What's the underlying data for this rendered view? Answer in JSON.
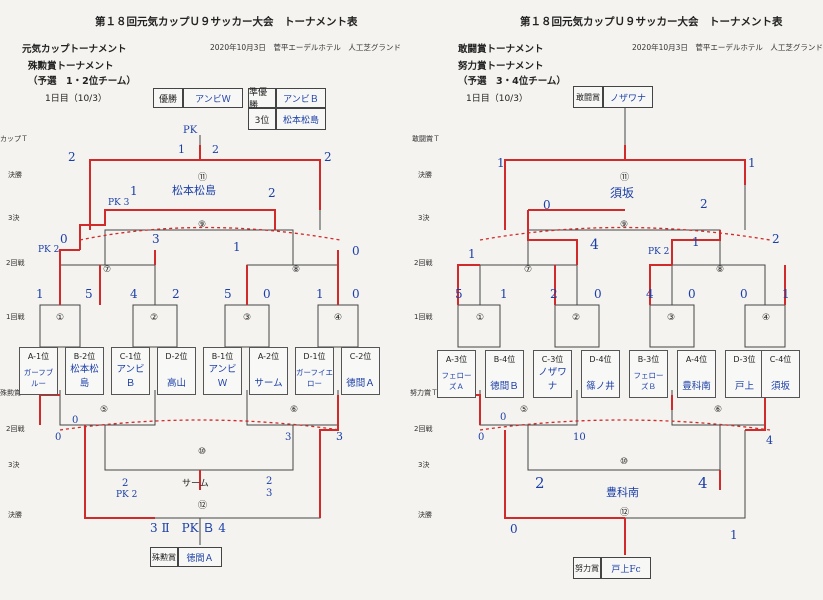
{
  "left": {
    "title": "第１８回元気カップＵ９サッカー大会　トーナメント表",
    "event_info": "2020年10月3日　菅平エーデルホテル　人工芝グランド",
    "heading1": "元気カップトーナメント",
    "heading2": "殊勲賞トーナメント",
    "heading3": "（予選　1・2位チーム）",
    "day": "1日目（10/3）",
    "winner_label": "優勝",
    "winner_value": "アンビＷ",
    "runner_label": "準優勝",
    "runner_value": "アンビＢ",
    "third_label": "3位",
    "third_value": "松本松島",
    "rows": [
      "カップＴ",
      "決勝",
      "3決",
      "2回戦",
      "1回戦",
      "殊勲賞Ｔ",
      "2回戦",
      "3決",
      "決勝"
    ],
    "teams": [
      {
        "code": "A-1位",
        "name": "ガーフブルー"
      },
      {
        "code": "B-2位",
        "name": "松本松島"
      },
      {
        "code": "C-1位",
        "name": "アンビＢ"
      },
      {
        "code": "D-2位",
        "name": "高山"
      },
      {
        "code": "B-1位",
        "name": "アンビＷ"
      },
      {
        "code": "A-2位",
        "name": "サーム"
      },
      {
        "code": "D-1位",
        "name": "ガーフイエロー"
      },
      {
        "code": "C-2位",
        "name": "徳間Ａ"
      }
    ],
    "bottom_label": "殊勲賞",
    "bottom_value": "徳間Ａ",
    "match_nums": [
      "①",
      "②",
      "③",
      "④",
      "⑤",
      "⑥",
      "⑦",
      "⑧",
      "⑨",
      "⑩",
      "⑪",
      "⑫"
    ],
    "scores": {
      "r1": [
        "1",
        "5",
        "4",
        "2",
        "5",
        "0",
        "1",
        "0"
      ],
      "r2": [
        "0",
        "3",
        "1",
        "0"
      ],
      "r2_pk": "PK 2",
      "r3": [
        "1",
        "2"
      ],
      "r3_pk": "PK 3",
      "r3_winner": "松本松島",
      "final": [
        "2",
        "2"
      ],
      "final_pk_top": "PK",
      "final_pk": [
        "1",
        "2"
      ],
      "cons_r1": [
        "0",
        "3"
      ],
      "cons_bottom": [
        "0",
        "3"
      ],
      "cons_3rd": [
        "2",
        "2"
      ],
      "cons_3rd_pk": [
        "PK 2",
        "3"
      ],
      "cons_3rd_winner": "サーム",
      "cons_final": "3 Ⅱ　PK Ｂ 4"
    }
  },
  "right": {
    "title": "第１８回元気カップＵ９サッカー大会　トーナメント表",
    "event_info": "2020年10月3日　菅平エーデルホテル　人工芝グランド",
    "heading1": "敢闘賞トーナメント",
    "heading2": "努力賞トーナメント",
    "heading3": "（予選　3・4位チーム）",
    "day": "1日目（10/3）",
    "winner_label": "敢闘賞",
    "winner_value": "ノザワナ",
    "rows": [
      "敢闘賞Ｔ",
      "決勝",
      "3決",
      "2回戦",
      "1回戦",
      "努力賞Ｔ",
      "2回戦",
      "3決",
      "決勝"
    ],
    "teams": [
      {
        "code": "A-3位",
        "name": "フェローズＡ"
      },
      {
        "code": "B-4位",
        "name": "徳間Ｂ"
      },
      {
        "code": "C-3位",
        "name": "ノザワナ"
      },
      {
        "code": "D-4位",
        "name": "篠ノ井"
      },
      {
        "code": "B-3位",
        "name": "フェローズＢ"
      },
      {
        "code": "A-4位",
        "name": "豊科南"
      },
      {
        "code": "D-3位",
        "name": "戸上"
      },
      {
        "code": "C-4位",
        "name": "須坂"
      }
    ],
    "bottom_label": "努力賞",
    "bottom_value": "戸上Fc",
    "match_nums": [
      "①",
      "②",
      "③",
      "④",
      "⑤",
      "⑥",
      "⑦",
      "⑧",
      "⑨",
      "⑩",
      "⑪",
      "⑫"
    ],
    "scores": {
      "r1": [
        "5",
        "1",
        "2",
        "0",
        "4",
        "0",
        "0",
        "1"
      ],
      "r2": [
        "1",
        "4",
        "1",
        "2"
      ],
      "r2_pk": "PK 2",
      "r3": [
        "0",
        "2"
      ],
      "r3_winner": "須坂",
      "final": [
        "1",
        "1"
      ],
      "cons_r1": [
        "0",
        "4"
      ],
      "cons_bottom": [
        "0",
        "10"
      ],
      "cons_3rd": [
        "2",
        "4"
      ],
      "cons_3rd_winner": "豊科南",
      "cons_final": [
        "0",
        "1"
      ]
    }
  }
}
